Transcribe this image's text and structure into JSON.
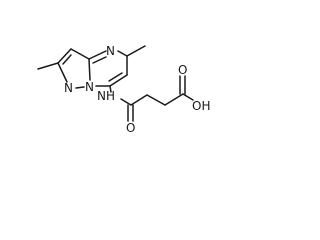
{
  "molecule": {
    "atoms": {
      "pyrimidine_n": "N",
      "bridge_n": "N",
      "pyrazole_n": "N",
      "amide_nh": "NH",
      "amide_o": "O",
      "acid_o": "O",
      "acid_oh": "OH"
    }
  }
}
